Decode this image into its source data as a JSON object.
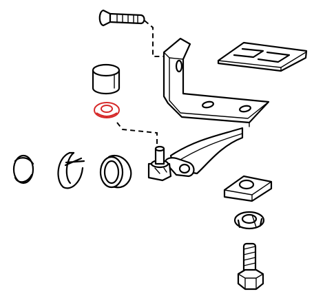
{
  "diagram": {
    "parts": [
      "countersunk-screw",
      "bushing",
      "washer-highlighted",
      "hinge-bracket",
      "shim-plate",
      "end-cap",
      "retaining-clip",
      "rubber-bushing",
      "hinge-arm-with-pivot-pin",
      "square-nut-plate",
      "spring-washer",
      "hex-bolt"
    ],
    "colors": {
      "ink": "#000000",
      "highlight": "#d62828",
      "background": "#ffffff"
    }
  }
}
